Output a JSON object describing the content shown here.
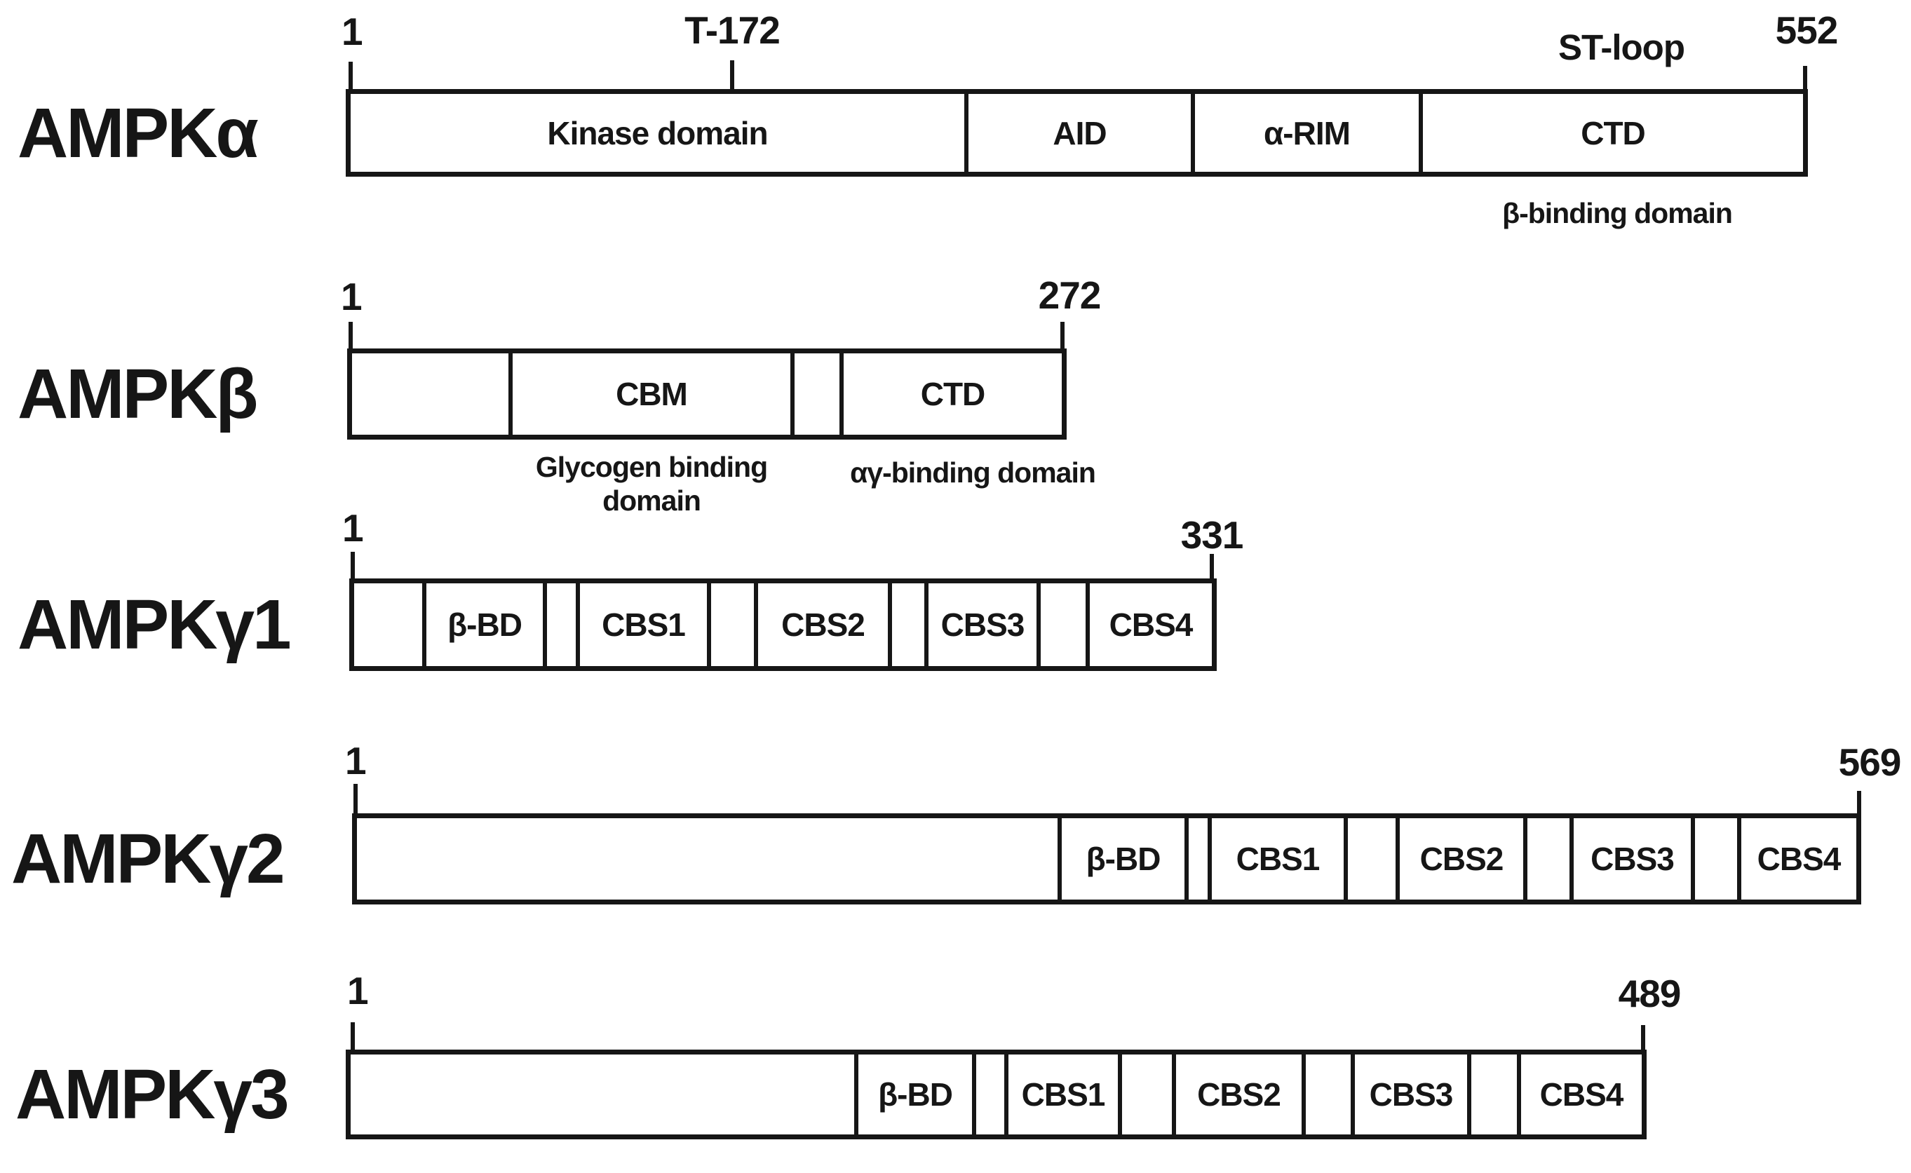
{
  "figure": {
    "background": "#ffffff",
    "ink": "#161616",
    "description": "Domain architecture of AMPK subunits"
  },
  "rows": [
    {
      "name": "AMPKα",
      "start": "1",
      "end": "552",
      "phospho_site": "T-172",
      "annotation_top": "ST-loop",
      "annotation_bottom": "β-binding domain",
      "segments": [
        {
          "label": "Kinase domain"
        },
        {
          "label": "AID"
        },
        {
          "label": "α-RIM"
        },
        {
          "label": "CTD"
        }
      ]
    },
    {
      "name": "AMPKβ",
      "start": "1",
      "end": "272",
      "annotation_bottom_left": "Glycogen binding\ndomain",
      "annotation_bottom_right": "αγ-binding domain",
      "segments": [
        {
          "label": ""
        },
        {
          "label": "CBM"
        },
        {
          "label": ""
        },
        {
          "label": "CTD"
        }
      ]
    },
    {
      "name": "AMPKγ1",
      "start": "1",
      "end": "331",
      "segments": [
        {
          "label": ""
        },
        {
          "label": "β-BD"
        },
        {
          "label": ""
        },
        {
          "label": "CBS1"
        },
        {
          "label": ""
        },
        {
          "label": "CBS2"
        },
        {
          "label": ""
        },
        {
          "label": "CBS3"
        },
        {
          "label": ""
        },
        {
          "label": "CBS4"
        }
      ]
    },
    {
      "name": "AMPKγ2",
      "start": "1",
      "end": "569",
      "segments": [
        {
          "label": ""
        },
        {
          "label": "β-BD"
        },
        {
          "label": ""
        },
        {
          "label": "CBS1"
        },
        {
          "label": ""
        },
        {
          "label": "CBS2"
        },
        {
          "label": ""
        },
        {
          "label": "CBS3"
        },
        {
          "label": ""
        },
        {
          "label": "CBS4"
        }
      ]
    },
    {
      "name": "AMPKγ3",
      "start": "1",
      "end": "489",
      "segments": [
        {
          "label": ""
        },
        {
          "label": "β-BD"
        },
        {
          "label": ""
        },
        {
          "label": "CBS1"
        },
        {
          "label": ""
        },
        {
          "label": "CBS2"
        },
        {
          "label": ""
        },
        {
          "label": "CBS3"
        },
        {
          "label": ""
        },
        {
          "label": "CBS4"
        }
      ]
    }
  ]
}
